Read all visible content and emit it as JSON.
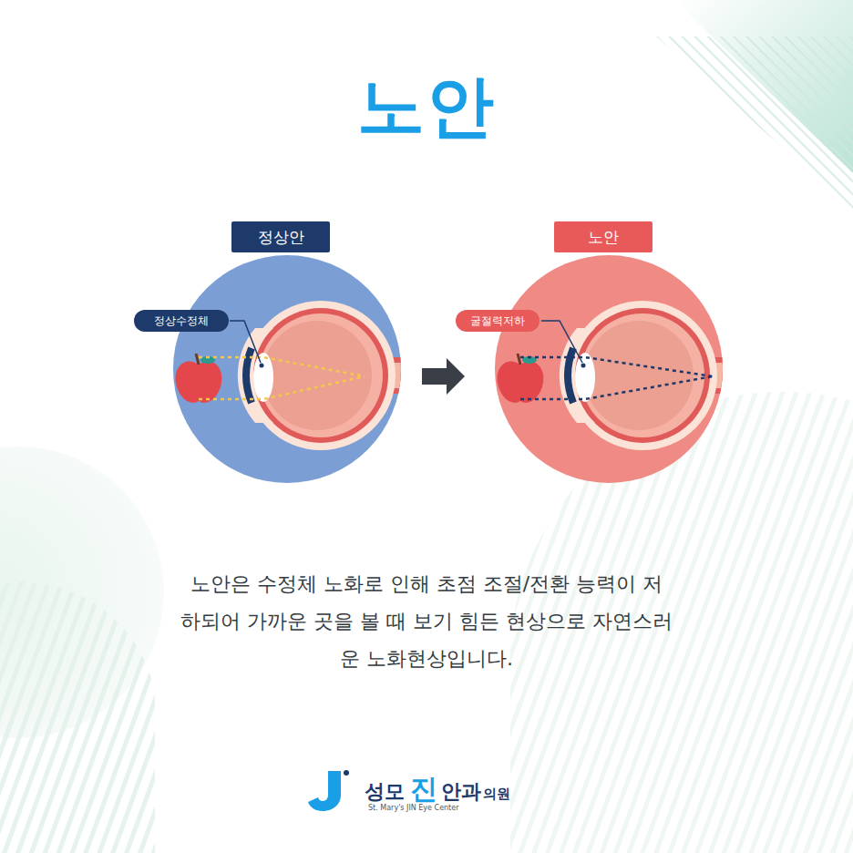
{
  "diagram": {
    "title": "노안",
    "caption": "노안은 수정체 노화로 인해 초점 조절/전환 능력이 저하되어 가까운 곳을 볼 때 보기 힘든 현상으로 자연스러운 노화현상입니다.",
    "nodes": [
      {
        "text": [
          "정상안"
        ]
      },
      {
        "text": [
          "노안"
        ]
      },
      {
        "text": [
          "정상수정체"
        ]
      },
      {
        "text": [
          "굴절력저하"
        ]
      }
    ],
    "labels": [
      "성모",
      "진",
      "안과",
      "의원",
      "St. Mary's JIN Eye Center"
    ]
  }
}
